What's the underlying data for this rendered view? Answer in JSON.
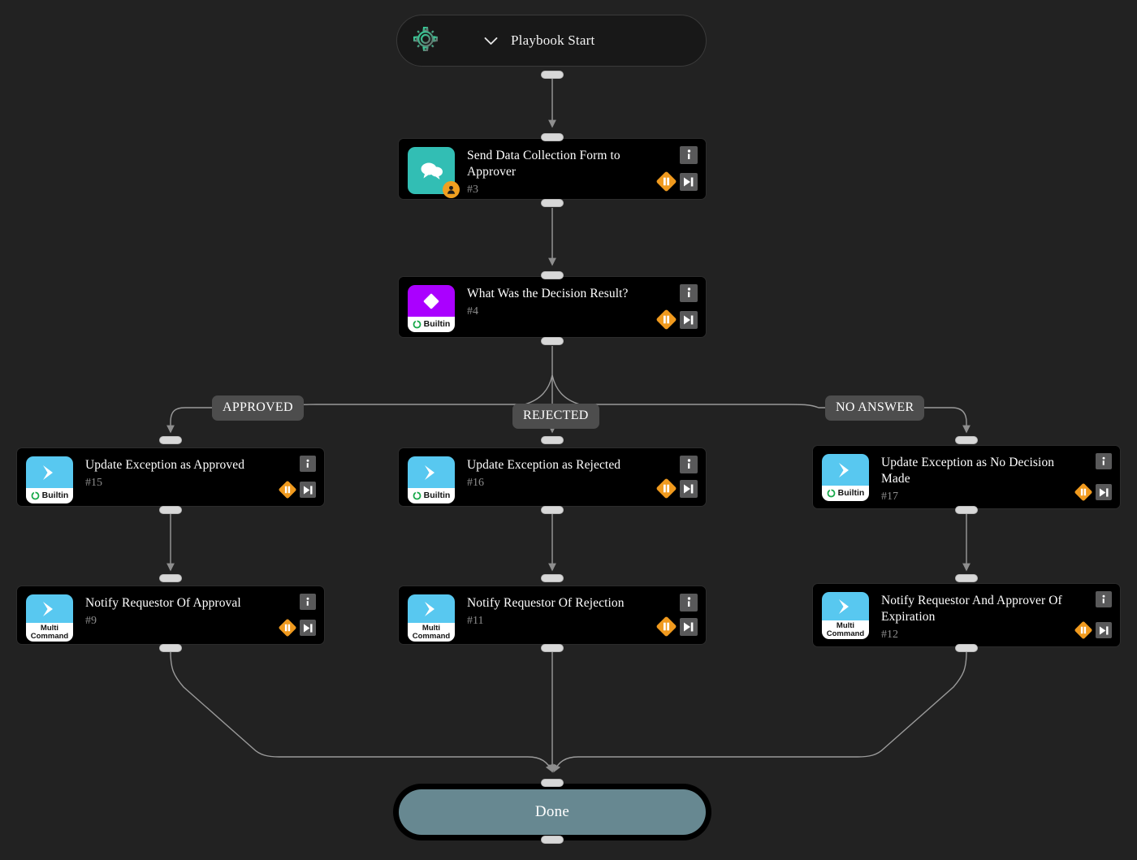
{
  "canvas": {
    "background": "#222222",
    "edge_color": "#9a9a9a"
  },
  "start_node": {
    "label": "Playbook Start",
    "icon": "gear-icon",
    "chevron": "chevron-down-icon",
    "accent": "#2ecc8f"
  },
  "end_node": {
    "label": "Done",
    "fill": "#678891"
  },
  "branch_labels": [
    {
      "text": "APPROVED"
    },
    {
      "text": "REJECTED"
    },
    {
      "text": "NO ANSWER"
    }
  ],
  "buttons": {
    "info": "i",
    "info_name": "info-icon",
    "pause_name": "pause-icon",
    "skip_name": "skip-next-icon"
  },
  "badges": {
    "builtin": "Builtin",
    "multi_line1": "Multi",
    "multi_line2": "Command",
    "user_badge": "user-badge-icon"
  },
  "nodes": [
    {
      "id": "n3",
      "title": "Send Data Collection Form to Approver",
      "number": "#3",
      "icon": "chat-bubbles-icon",
      "icon_color": "#32beb4",
      "badge": "none",
      "has_user_badge": true
    },
    {
      "id": "n4",
      "title": "What Was the Decision Result?",
      "number": "#4",
      "icon": "decision-diamond-icon",
      "icon_color": "#aa00ff",
      "badge": "Builtin",
      "has_user_badge": false
    },
    {
      "id": "n15",
      "title": "Update Exception as Approved",
      "number": "#15",
      "icon": "chevron-right-action-icon",
      "icon_color": "#58c8f0",
      "badge": "Builtin",
      "has_user_badge": false
    },
    {
      "id": "n16",
      "title": "Update Exception as Rejected",
      "number": "#16",
      "icon": "chevron-right-action-icon",
      "icon_color": "#58c8f0",
      "badge": "Builtin",
      "has_user_badge": false
    },
    {
      "id": "n17",
      "title": "Update Exception as No Decision Made",
      "number": "#17",
      "icon": "chevron-right-action-icon",
      "icon_color": "#58c8f0",
      "badge": "Builtin",
      "has_user_badge": false
    },
    {
      "id": "n9",
      "title": "Notify Requestor Of Approval",
      "number": "#9",
      "icon": "chevron-right-action-icon",
      "icon_color": "#58c8f0",
      "badge": "Multi Command",
      "has_user_badge": false
    },
    {
      "id": "n11",
      "title": "Notify Requestor Of Rejection",
      "number": "#11",
      "icon": "chevron-right-action-icon",
      "icon_color": "#58c8f0",
      "badge": "Multi Command",
      "has_user_badge": false
    },
    {
      "id": "n12",
      "title": "Notify Requestor And Approver Of Expiration",
      "number": "#12",
      "icon": "chevron-right-action-icon",
      "icon_color": "#58c8f0",
      "badge": "Multi Command",
      "has_user_badge": false
    }
  ]
}
